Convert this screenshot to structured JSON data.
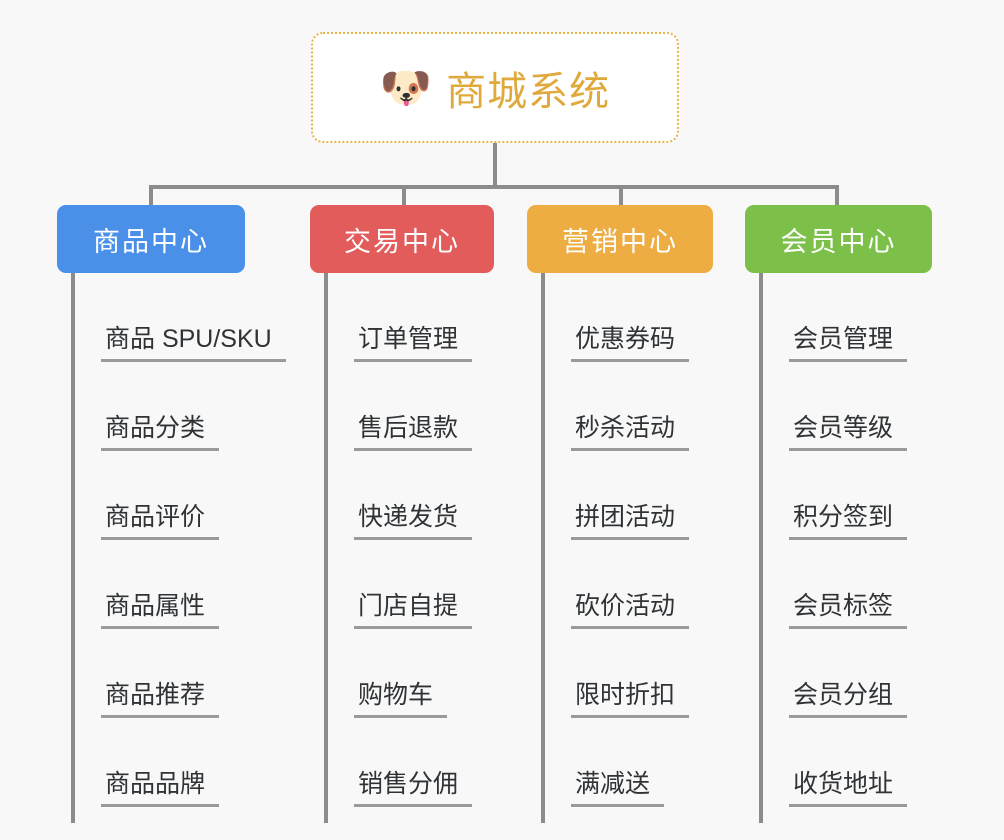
{
  "background_color": "#f8f8f8",
  "root": {
    "icon": "dog-face-emoji",
    "icon_glyph": "🐶",
    "title": "商城系统",
    "title_color": "#e0a93c",
    "border_color": "#e8b44a",
    "fill_color": "#ffffff"
  },
  "connector_color": "#8c8c8c",
  "columns": [
    {
      "id": "product-center",
      "label": "商品中心",
      "color": "#4a90e8",
      "items": [
        {
          "label": "商品 SPU/SKU"
        },
        {
          "label": "商品分类"
        },
        {
          "label": "商品评价"
        },
        {
          "label": "商品属性"
        },
        {
          "label": "商品推荐"
        },
        {
          "label": "商品品牌"
        }
      ]
    },
    {
      "id": "trade-center",
      "label": "交易中心",
      "color": "#e25c5c",
      "items": [
        {
          "label": "订单管理"
        },
        {
          "label": "售后退款"
        },
        {
          "label": "快递发货"
        },
        {
          "label": "门店自提"
        },
        {
          "label": "购物车"
        },
        {
          "label": "销售分佣"
        }
      ]
    },
    {
      "id": "marketing-center",
      "label": "营销中心",
      "color": "#eead43",
      "items": [
        {
          "label": "优惠券码"
        },
        {
          "label": "秒杀活动"
        },
        {
          "label": "拼团活动"
        },
        {
          "label": "砍价活动"
        },
        {
          "label": "限时折扣"
        },
        {
          "label": "满减送"
        }
      ]
    },
    {
      "id": "member-center",
      "label": "会员中心",
      "color": "#7cc councils"
    }
  ]
}
